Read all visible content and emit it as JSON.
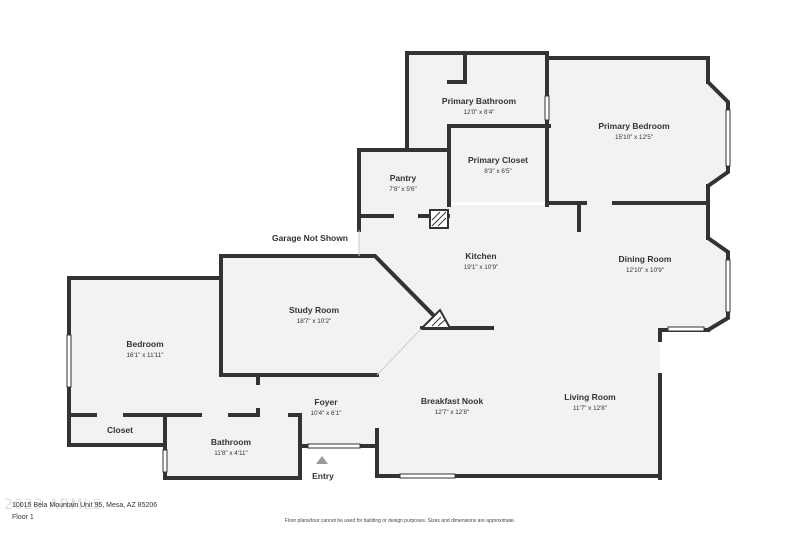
{
  "rooms": {
    "primary_bathroom": {
      "name": "Primary Bathroom",
      "dims": "12'0\" x 8'4\""
    },
    "primary_bedroom": {
      "name": "Primary Bedroom",
      "dims": "15'10\" x 12'5\""
    },
    "pantry": {
      "name": "Pantry",
      "dims": "7'8\" x 5'6\""
    },
    "primary_closet": {
      "name": "Primary Closet",
      "dims": "8'3\" x 6'5\""
    },
    "kitchen": {
      "name": "Kitchen",
      "dims": "19'1\" x 10'9\""
    },
    "dining_room": {
      "name": "Dining Room",
      "dims": "12'10\" x 10'9\""
    },
    "study_room": {
      "name": "Study Room",
      "dims": "18'7\" x 10'2\""
    },
    "bedroom": {
      "name": "Bedroom",
      "dims": "16'1\" x 11'11\""
    },
    "foyer": {
      "name": "Foyer",
      "dims": "10'4\" x 6'1\""
    },
    "breakfast_nook": {
      "name": "Breakfast Nook",
      "dims": "12'7\" x 12'8\""
    },
    "living_room": {
      "name": "Living Room",
      "dims": "11'7\" x 12'8\""
    },
    "closet": {
      "name": "Closet"
    },
    "bathroom": {
      "name": "Bathroom",
      "dims": "11'8\" x 4'11\""
    }
  },
  "labels": {
    "garage": "Garage Not Shown",
    "entry": "Entry"
  },
  "footer": {
    "address": "10015 Bela Mountain Unit 95, Mesa, AZ 85206",
    "floor": "Floor 1",
    "disclaimer": "Floor plans/tour cannot be used for building or design purposes. Sizes and dimensions are approximate.",
    "watermark": "2023 ARMLS"
  },
  "colors": {
    "wall": "#333333",
    "floor": "#f2f2f2",
    "window": "#d8e4e8"
  }
}
